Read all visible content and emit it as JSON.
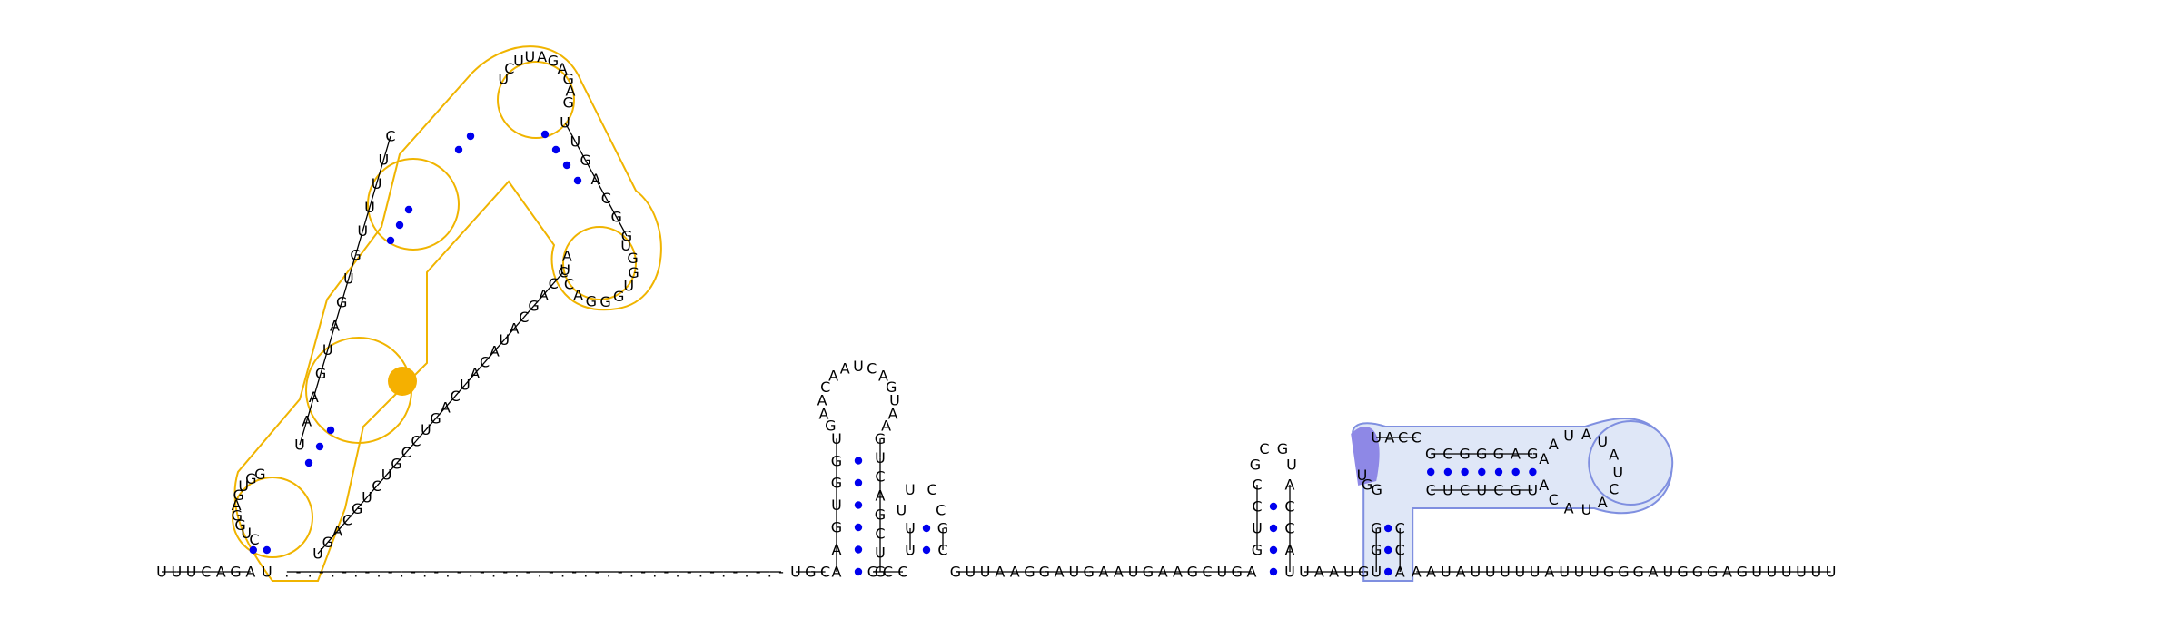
{
  "colors": {
    "base_pair_dot": "#0000ee",
    "backbone_line": "#000000",
    "gap_line": "#000000",
    "domain_orange_outline": "#f0b400",
    "domain_orange_highlight": "#f5b000",
    "domain_blue_outline": "#7f8fe0",
    "domain_blue_fill": "#dfe7f7",
    "domain_blue_highlight": "#8e88e6"
  },
  "strand_5prime": "UUUCAGA",
  "hairpin_1": {
    "left_stem": "U",
    "inner_left": "CUGGAGUGG",
    "inner_top_left": "UAAGUAGUGUUUUC",
    "loop_top": "UCUUAGAGAG",
    "right_down": "UUGACGG",
    "small_loop": "UGGUGGGACUA",
    "right_return": "CCAGCAUACAUCAGUCCGUCUGCAGU"
  },
  "gap_region": ". - . - . - . - . - . - . - . - . - . - . - . - . - . - . - . - . - . - . - . - . - . - . - . - . - .",
  "middle_run": "UGC",
  "hairpin_2": {
    "stem_5prime": "AAGUGGU",
    "loop": "GAACAAUCAGUAA",
    "stem_3prime": "GUCAGCUG"
  },
  "hairpin_2_linker": "GCC",
  "hairpin_3": {
    "stem_5prime": "UU",
    "loop": "UUCC",
    "stem_3prime": "GC"
  },
  "run_after_h3": "GUUAAGGAUGAAUGAAGCUGA",
  "hairpin_4": {
    "stem_5prime": "GUCC",
    "loop": "GCGU",
    "stem_3prime": "ACCAU"
  },
  "run_after_h4": "UAAUG",
  "hairpin_5": {
    "stem_left_outer": "UGG",
    "stem_left_inner": "CCA",
    "corner_5prime": "GGU",
    "corner_top": "UACC",
    "long_stem_top": "GCGGGAG",
    "loop": "AAUAUAUCAUACA",
    "long_stem_bottom": "CUCUCGU",
    "down_right": "CCA"
  },
  "strand_3prime": "AAUAUUUUUAUUUGGGAUGGGAGUUUUUU"
}
